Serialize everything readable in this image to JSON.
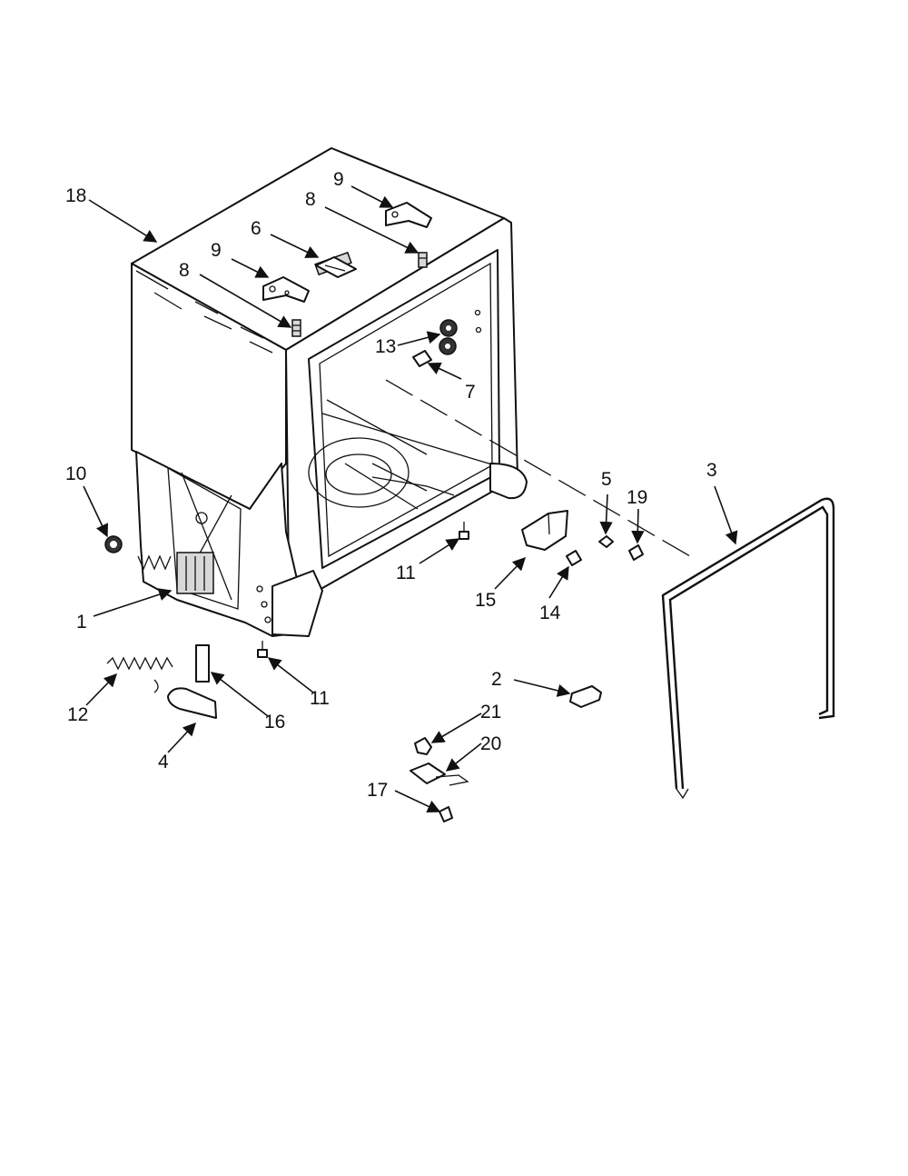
{
  "callouts": {
    "c18": "18",
    "c9a": "9",
    "c8a": "8",
    "c6": "6",
    "c9b": "9",
    "c8b": "8",
    "c13": "13",
    "c7": "7",
    "c10": "10",
    "c5": "5",
    "c19": "19",
    "c3": "3",
    "c11a": "11",
    "c15": "15",
    "c14": "14",
    "c1": "1",
    "c11b": "11",
    "c12": "12",
    "c16": "16",
    "c4": "4",
    "c2": "2",
    "c21": "21",
    "c20": "20",
    "c17": "17"
  }
}
